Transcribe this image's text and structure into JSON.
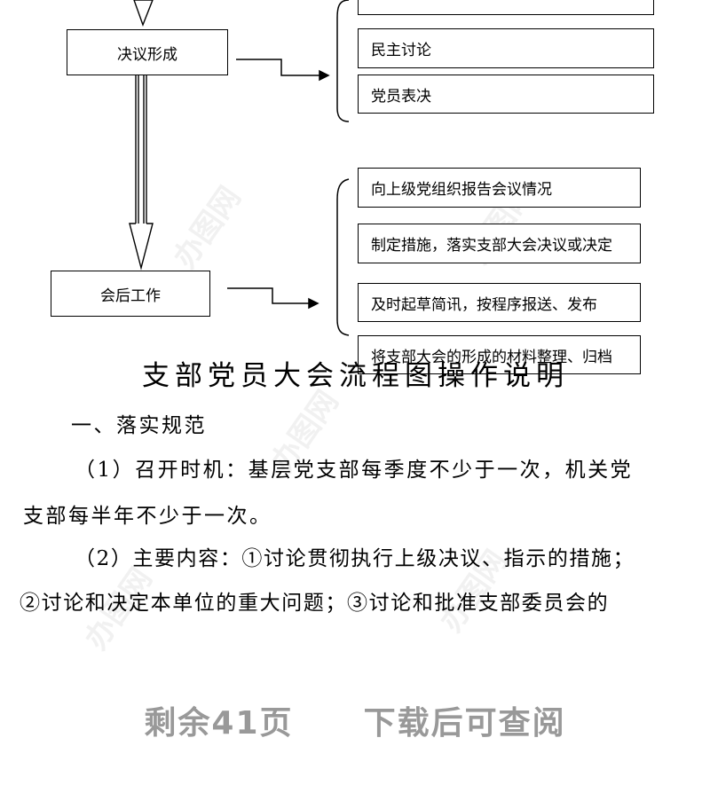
{
  "flowchart": {
    "stage_resolution": "决议形成",
    "stage_after_meeting": "会后工作",
    "resolution_items": [
      "民主讨论",
      "党员表决"
    ],
    "after_items": [
      "向上级党组织报告会议情况",
      "制定措施，落实支部大会决议或决定",
      "及时起草简讯，按程序报送、发布",
      "将支部大会的形成的材料整理、归档"
    ]
  },
  "document": {
    "heading": "支部党员大会流程图操作说明",
    "section_1": "一、落实规范",
    "para_1_line_1": "（1）召开时机：基层党支部每季度不少于一次，机关党",
    "para_1_line_2": "支部每半年不少于一次。",
    "para_2_line_1": "（2）主要内容：①讨论贯彻执行上级决议、指示的措施；",
    "para_2_line_2": "②讨论和决定本单位的重大问题；③讨论和批准支部委员会的"
  },
  "footer": {
    "remaining_pages": "剩余41页",
    "download_prompt": "下载后可查阅"
  },
  "watermark_text": "办图网"
}
